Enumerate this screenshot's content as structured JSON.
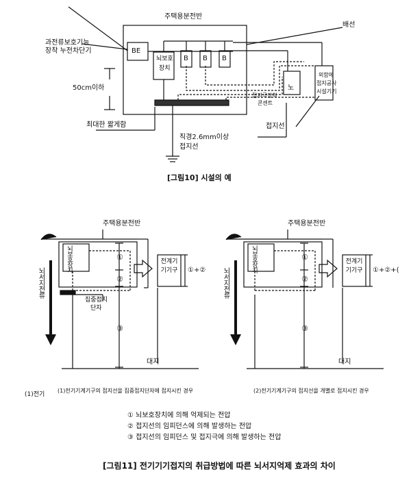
{
  "fig10": {
    "panel_title": "주택용분전반",
    "wiring": "배선",
    "breaker_label_line1": "과전류보호기능",
    "breaker_label_line2": "장착 누전차단기",
    "be": "BE",
    "surge_device_line1": "뇌보호",
    "surge_device_line2": "장치",
    "b": "B",
    "length": "50cm이하",
    "shortest": "최대한 짧게함",
    "diameter": "직경2.6mm이상",
    "ground_wire": "접지선",
    "outlet_line1": "접지극장착",
    "outlet_line2": "콘센트",
    "ground_wire2": "접지선",
    "appliance_line1": "외함에",
    "appliance_line2": "접지공사",
    "appliance_line3": "시설기기",
    "caption": "[그림10] 시설의 예"
  },
  "fig11": {
    "panel_title": "주택용분전반",
    "surge_device": "뇌보호장치",
    "current": "뇌서지전류",
    "n1": "①",
    "n2": "②",
    "n3": "③",
    "appliance": "전계기기기구",
    "right_label_a": "①+②",
    "right_label_b": "①+②+(",
    "common_terminal_line1": "집중접지",
    "common_terminal_line2": "단자",
    "earth": "대지",
    "sub_a": "(1)전기기계기구의 접지선을 집중접지단자에 접지시킨 경우",
    "sub_b": "(2)전기기계기구의 접지선을 개별로 접지시킨 경우",
    "margin_note": "(1)전기",
    "legend": [
      "① 뇌보호장치에 의해 억제되는 전압",
      "② 접지선의 임피던스에 의해 발생하는 전압",
      "③ 접지선의 임피던스 및 접지극에 의해 발생하는 전압"
    ],
    "caption": "[그림11] 전기기기접지의 취급방법에 따른 뇌서지억제 효과의 차이"
  }
}
